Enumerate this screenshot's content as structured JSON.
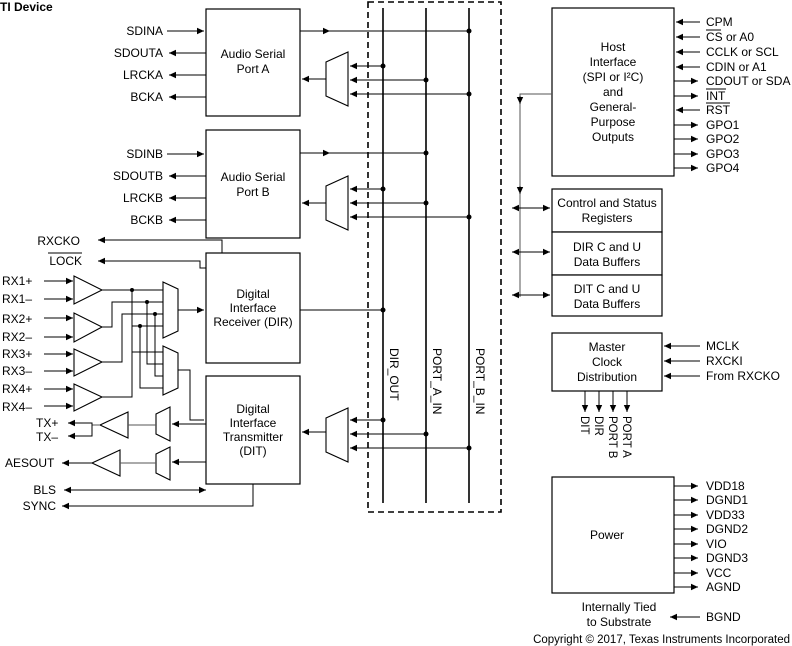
{
  "header": {
    "title": "TI Device"
  },
  "blocks": {
    "asp_a": [
      "Audio Serial",
      "Port A"
    ],
    "asp_b": [
      "Audio Serial",
      "Port B"
    ],
    "dir": [
      "Digital",
      "Interface",
      "Receiver (DIR)"
    ],
    "dit": [
      "Digital",
      "Interface",
      "Transmitter",
      "(DIT)"
    ],
    "host": [
      "Host",
      "Interface",
      "(SPI or I²C)",
      "and",
      "General-",
      "Purpose",
      "Outputs"
    ],
    "ctrl": [
      "Control and Status",
      "Registers"
    ],
    "dir_buf": [
      "DIR C and U",
      "Data Buffers"
    ],
    "dit_buf": [
      "DIT C and U",
      "Data Buffers"
    ],
    "clock": [
      "Master",
      "Clock",
      "Distribution"
    ],
    "power": "Power"
  },
  "pins_a": [
    "SDINA",
    "SDOUTA",
    "LRCKA",
    "BCKA"
  ],
  "pins_b": [
    "SDINB",
    "SDOUTB",
    "LRCKB",
    "BCKB"
  ],
  "dir_out": {
    "rxcko": "RXCKO",
    "lock": "LOCK"
  },
  "rx_inputs": [
    "RX1+",
    "RX1–",
    "RX2+",
    "RX2–",
    "RX3+",
    "RX3–",
    "RX4+",
    "RX4–"
  ],
  "tx_outputs": [
    "TX+",
    "TX–"
  ],
  "aesout": "AESOUT",
  "bls": "BLS",
  "sync": "SYNC",
  "buses": [
    "DIR_OUT",
    "PORT_A_IN",
    "PORT_B_IN"
  ],
  "host_pins": [
    "CPM",
    "CS or A0",
    "CCLK or SCL",
    "CDIN or A1",
    "CDOUT or SDA",
    "INT",
    "RST",
    "GPO1",
    "GPO2",
    "GPO3",
    "GPO4"
  ],
  "clock_pins": [
    "MCLK",
    "RXCKI",
    "From RXCKO"
  ],
  "clock_outputs": [
    "DIT",
    "DIR",
    "PORT B",
    "PORT A"
  ],
  "power_pins": [
    "VDD18",
    "DGND1",
    "VDD33",
    "DGND2",
    "VIO",
    "DGND3",
    "VCC",
    "AGND"
  ],
  "substrate": {
    "note": [
      "Internally Tied",
      "to Substrate"
    ],
    "pin": "BGND"
  },
  "footer": {
    "copyright": "Copyright © 2017, Texas Instruments Incorporated"
  }
}
